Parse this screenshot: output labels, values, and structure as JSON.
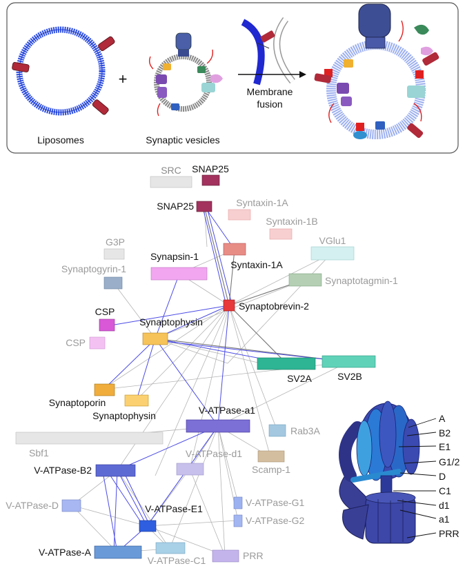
{
  "panel_a": {
    "labels": {
      "liposomes": "Liposomes",
      "plus": "+",
      "synaptic_vesicles": "Synaptic vesicles",
      "membrane": "Membrane",
      "fusion": "fusion"
    }
  },
  "network": {
    "nodes": {
      "src": {
        "label": "SRC",
        "color": "#e6e6e6"
      },
      "snap25_top": {
        "label": "SNAP25",
        "color": "#a3325f"
      },
      "snap25": {
        "label": "SNAP25",
        "color": "#a3325f"
      },
      "syntaxin1a_faint": {
        "label": "Syntaxin-1A",
        "color": "#f7cfd0"
      },
      "syntaxin1b": {
        "label": "Syntaxin-1B",
        "color": "#f7cfd0"
      },
      "g3p": {
        "label": "G3P",
        "color": "#e6e6e6"
      },
      "vglu1": {
        "label": "VGlu1",
        "color": "#d4f0f0"
      },
      "synaptogyrin1": {
        "label": "Synaptogyrin-1",
        "color": "#9aaec9"
      },
      "synapsin1": {
        "label": "Synapsin-1",
        "color": "#f2a6f0"
      },
      "syntaxin1a": {
        "label": "Syntaxin-1A",
        "color": "#e88d86"
      },
      "synaptotagmin1": {
        "label": "Synaptotagmin-1",
        "color": "#b4cfb4"
      },
      "csp": {
        "label": "CSP",
        "color": "#d858d8"
      },
      "synaptobrevin2": {
        "label": "Synaptobrevin-2",
        "color": "#e8383a"
      },
      "synaptophysin": {
        "label": "Synaptophysin",
        "color": "#f6c35a"
      },
      "csp_faint": {
        "label": "CSP",
        "color": "#f3c2f3"
      },
      "sv2a": {
        "label": "SV2A",
        "color": "#2eb594"
      },
      "sv2b": {
        "label": "SV2B",
        "color": "#5fd2b8"
      },
      "synaptoporin": {
        "label": "Synaptoporin",
        "color": "#f0ad3c"
      },
      "synaptophysin2": {
        "label": "Synaptophysin",
        "color": "#fbd070"
      },
      "vatpase_a1": {
        "label": "V-ATPase-a1",
        "color": "#7c6fd6"
      },
      "rab3a": {
        "label": "Rab3A",
        "color": "#a4c8e0"
      },
      "sbf1": {
        "label": "Sbf1",
        "color": "#e6e6e6"
      },
      "vatpase_d1": {
        "label": "V-ATPase-d1",
        "color": "#c7c0ec"
      },
      "scamp1": {
        "label": "Scamp-1",
        "color": "#d4bea0"
      },
      "vatpase_b2": {
        "label": "V-ATPase-B2",
        "color": "#5d6ad4"
      },
      "vatpase_g2": {
        "label": "V-ATPase-G2",
        "color": "#a3b6f2"
      },
      "vatpase_e1": {
        "label": "V-ATPase-E1",
        "color": "#2f5fe0"
      },
      "vatpase_g1": {
        "label": "V-ATPase-G1",
        "color": "#9cb2f0"
      },
      "vatpase_d": {
        "label": "V-ATPase-D",
        "color": "#a8b6f2"
      },
      "vatpase_a": {
        "label": "V-ATPase-A",
        "color": "#6a9ad8"
      },
      "vatpase_c1": {
        "label": "V-ATPase-C1",
        "color": "#a8d0e6"
      },
      "prr": {
        "label": "PRR",
        "color": "#c4b4ec"
      }
    }
  },
  "atpase_labels": [
    "A",
    "B2",
    "E1",
    "G1/2",
    "D",
    "C1",
    "d1",
    "a1",
    "PRR"
  ]
}
